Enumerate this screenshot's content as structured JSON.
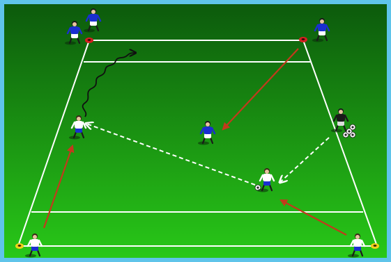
{
  "colors": {
    "frame": "#5fc4ea",
    "grass_top": "#0c5a0c",
    "grass_bottom": "#28c818",
    "pitch_lines": "#ffffff",
    "attack_arrow": "#c23a1c",
    "dribble_path": "#101010",
    "pass_path": "#ffffff",
    "team_blue": "#1a2fd0",
    "team_white": "#ffffff",
    "keeper_black": "#1a1a1a",
    "cone_red": "#d42020",
    "cone_yellow": "#f2d21a"
  },
  "icons": [
    "player-icon",
    "cone-icon",
    "ball-icon",
    "arrow-icon"
  ],
  "players": [
    {
      "name": "player-blue-top-left-1",
      "team": "blue"
    },
    {
      "name": "player-blue-top-left-2",
      "team": "blue"
    },
    {
      "name": "player-blue-top-right",
      "team": "blue"
    },
    {
      "name": "player-blue-center",
      "team": "blue"
    },
    {
      "name": "player-white-left",
      "team": "white"
    },
    {
      "name": "player-white-center",
      "team": "white"
    },
    {
      "name": "player-white-bottom-left",
      "team": "white"
    },
    {
      "name": "player-white-bottom-right",
      "team": "white"
    },
    {
      "name": "player-black-right",
      "team": "black"
    }
  ],
  "cones": [
    {
      "name": "cone-red-top-left",
      "color": "red"
    },
    {
      "name": "cone-red-top-right",
      "color": "red"
    },
    {
      "name": "cone-yellow-bottom-left",
      "color": "yellow"
    },
    {
      "name": "cone-yellow-bottom-right",
      "color": "yellow"
    }
  ],
  "balls_count": 5
}
